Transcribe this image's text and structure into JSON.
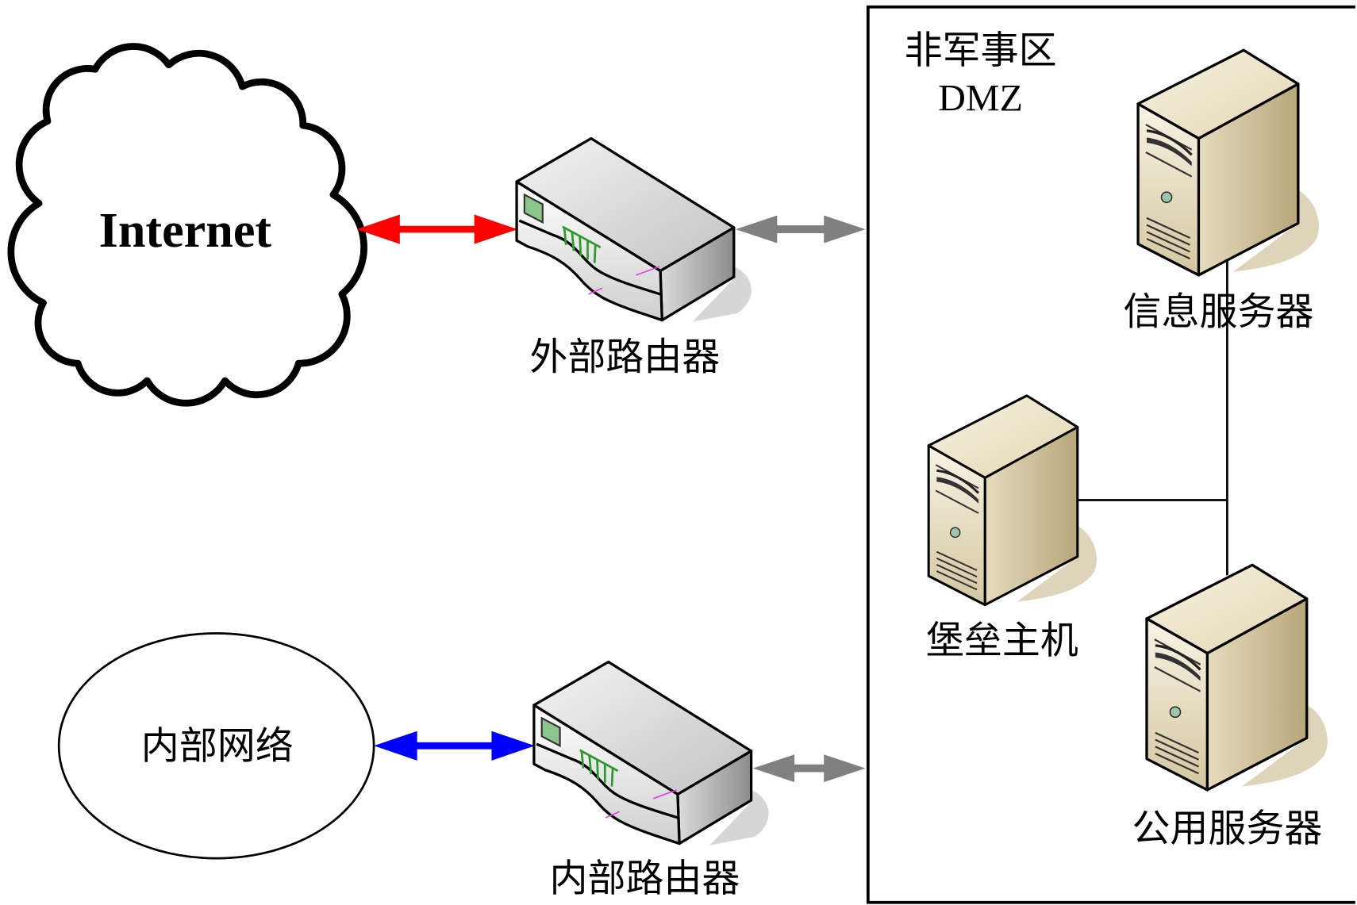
{
  "diagram": {
    "internet": {
      "label": "Internet"
    },
    "external_router": {
      "label": "外部路由器"
    },
    "internal_router": {
      "label": "内部路由器"
    },
    "internal_network": {
      "label": "内部网络"
    },
    "dmz": {
      "title": "非军事区",
      "abbr": "DMZ"
    },
    "info_server": {
      "label": "信息服务器"
    },
    "bastion_host": {
      "label": "堡垒主机"
    },
    "public_server": {
      "label": "公用服务器"
    }
  },
  "colors": {
    "internet_link": "#ff0000",
    "internal_link": "#0000ff",
    "dmz_link": "#808080",
    "server_body": "#d8ccaa",
    "router_body": "#c8c8c8"
  },
  "icons": {
    "internet": "cloud-icon",
    "router": "router-icon",
    "server": "server-tower-icon"
  }
}
